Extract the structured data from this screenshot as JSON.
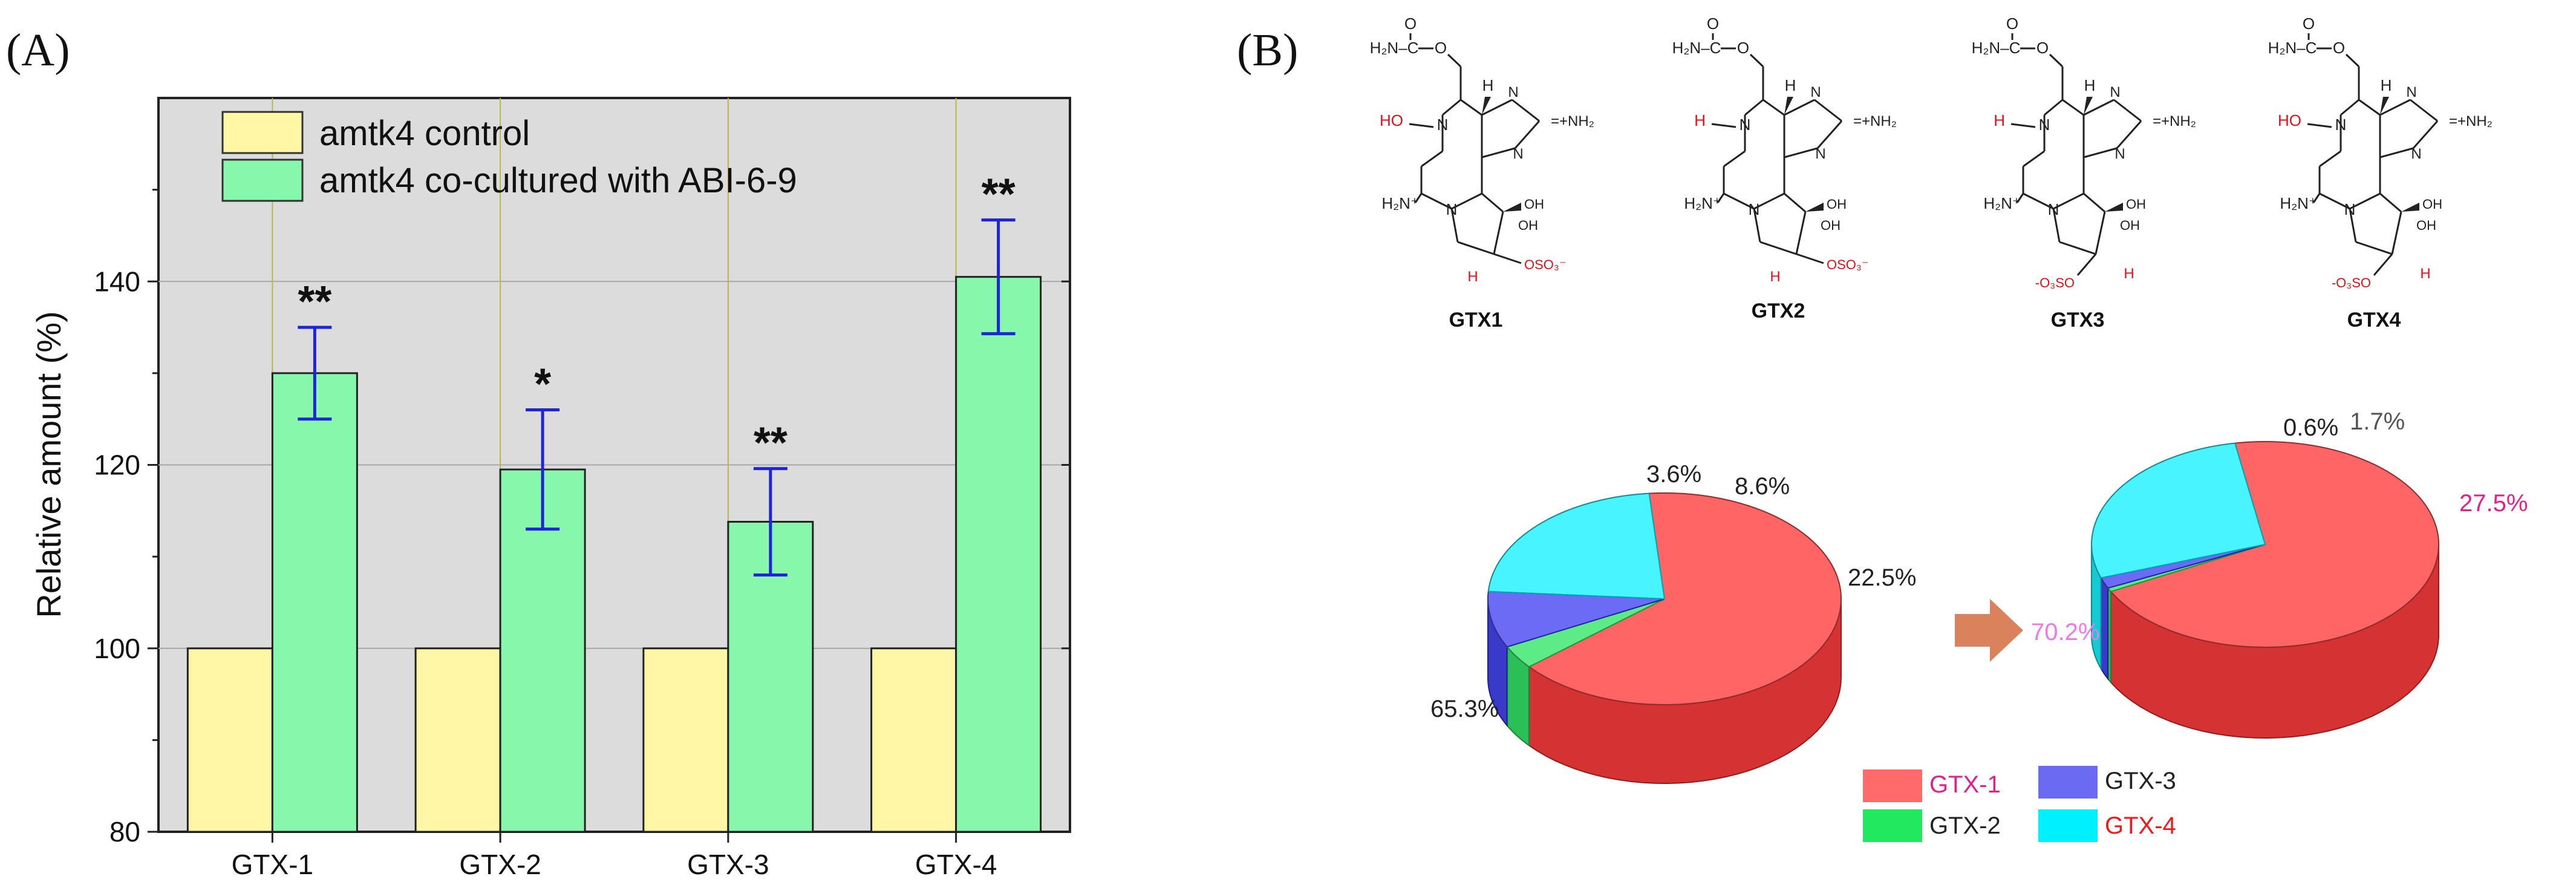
{
  "panels": {
    "a": "(A)",
    "b": "(B)"
  },
  "chart_data": [
    {
      "type": "bar",
      "categories": [
        "GTX-1",
        "GTX-2",
        "GTX-3",
        "GTX-4"
      ],
      "series": [
        {
          "name": "amtk4 control",
          "values": [
            100,
            100,
            100,
            100
          ],
          "color": "#FFF6A6"
        },
        {
          "name": "amtk4 co-cultured with ABI-6-9",
          "values": [
            130,
            119.5,
            113.8,
            140.5
          ],
          "errors": [
            5.0,
            6.5,
            5.8,
            6.2
          ],
          "color": "#86F7AB"
        }
      ],
      "significance": [
        "**",
        "*",
        "**",
        "**"
      ],
      "xlabel": "",
      "ylabel": "Relative amount (%)",
      "ylim": [
        80,
        160
      ],
      "yticks": [
        80,
        100,
        120,
        140
      ],
      "grid": true,
      "legend": "top-left",
      "background": "#DCDCDC",
      "error_bar_color": "#1F24D8"
    },
    {
      "type": "pie",
      "labels": [
        "GTX-1",
        "GTX-2",
        "GTX-3",
        "GTX-4"
      ],
      "values": [
        65.3,
        3.6,
        8.6,
        22.5
      ],
      "value_labels": [
        "65.3%",
        "3.6%",
        "8.6%",
        "22.5%"
      ],
      "colors": [
        "#FF2A2A",
        "#1FE35A",
        "#3232F2",
        "#00F0FF"
      ]
    },
    {
      "type": "pie",
      "labels": [
        "GTX-1",
        "GTX-2",
        "GTX-3",
        "GTX-4"
      ],
      "values": [
        70.2,
        0.6,
        1.7,
        27.5
      ],
      "value_labels": [
        "70.2%",
        "0.6%",
        "1.7%",
        "27.5%"
      ],
      "colors": [
        "#FF2A2A",
        "#1FE35A",
        "#3232F2",
        "#00F0FF"
      ]
    }
  ],
  "pie_legend": [
    {
      "label": "GTX-1",
      "color": "#FF6A6A",
      "text_color": "#E0208F"
    },
    {
      "label": "GTX-3",
      "color": "#6A6AF2",
      "text_color": "#222222"
    },
    {
      "label": "GTX-2",
      "color": "#22E860",
      "text_color": "#222222"
    },
    {
      "label": "GTX-4",
      "color": "#00F0FF",
      "text_color": "#F01818"
    }
  ],
  "structures": [
    {
      "name": "GTX1"
    },
    {
      "name": "GTX2"
    },
    {
      "name": "GTX3"
    },
    {
      "name": "GTX4"
    }
  ],
  "chem_text": {
    "h2n_c": "H₂N–C",
    "o": "O",
    "ho": "HO",
    "h": "H",
    "n": "N",
    "h2n_plus": "H₂N⁺",
    "nh2_plus": "=+NH₂",
    "oh": "OH",
    "oso3": "OSO₃⁻",
    "o3so": "-O₃SO"
  }
}
